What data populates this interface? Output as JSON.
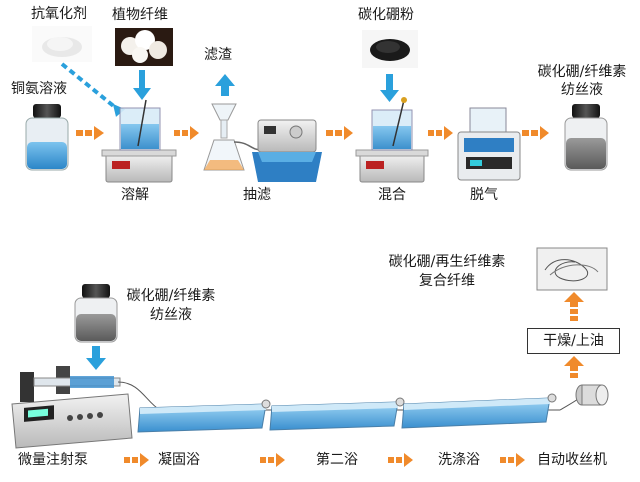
{
  "labels": {
    "antioxidant": "抗氧化剂",
    "plant_fiber": "植物纤维",
    "cuprammonium": "铜氨溶液",
    "dissolve": "溶解",
    "filter_residue": "滤渣",
    "suction_filter": "抽滤",
    "boron_carbide_powder": "碳化硼粉",
    "mix": "混合",
    "degas": "脱气",
    "spinning_solution_line1": "碳化硼/纤维素",
    "spinning_solution_line2": "纺丝液",
    "syringe_pump": "微量注射泵",
    "coag_bath": "凝固浴",
    "second_bath": "第二浴",
    "wash_bath": "洗涤浴",
    "auto_collector": "自动收丝机",
    "dry_oil": "干燥/上油",
    "composite_line1": "碳化硼/再生纤维素",
    "composite_line2": "复合纤维"
  },
  "colors": {
    "arrow_orange": "#F08A2B",
    "arrow_blue": "#2AA0DC",
    "liquid_blue": "#3D9BD8",
    "liquid_gray": "#7A7A7A",
    "text": "#1A1A1A"
  }
}
